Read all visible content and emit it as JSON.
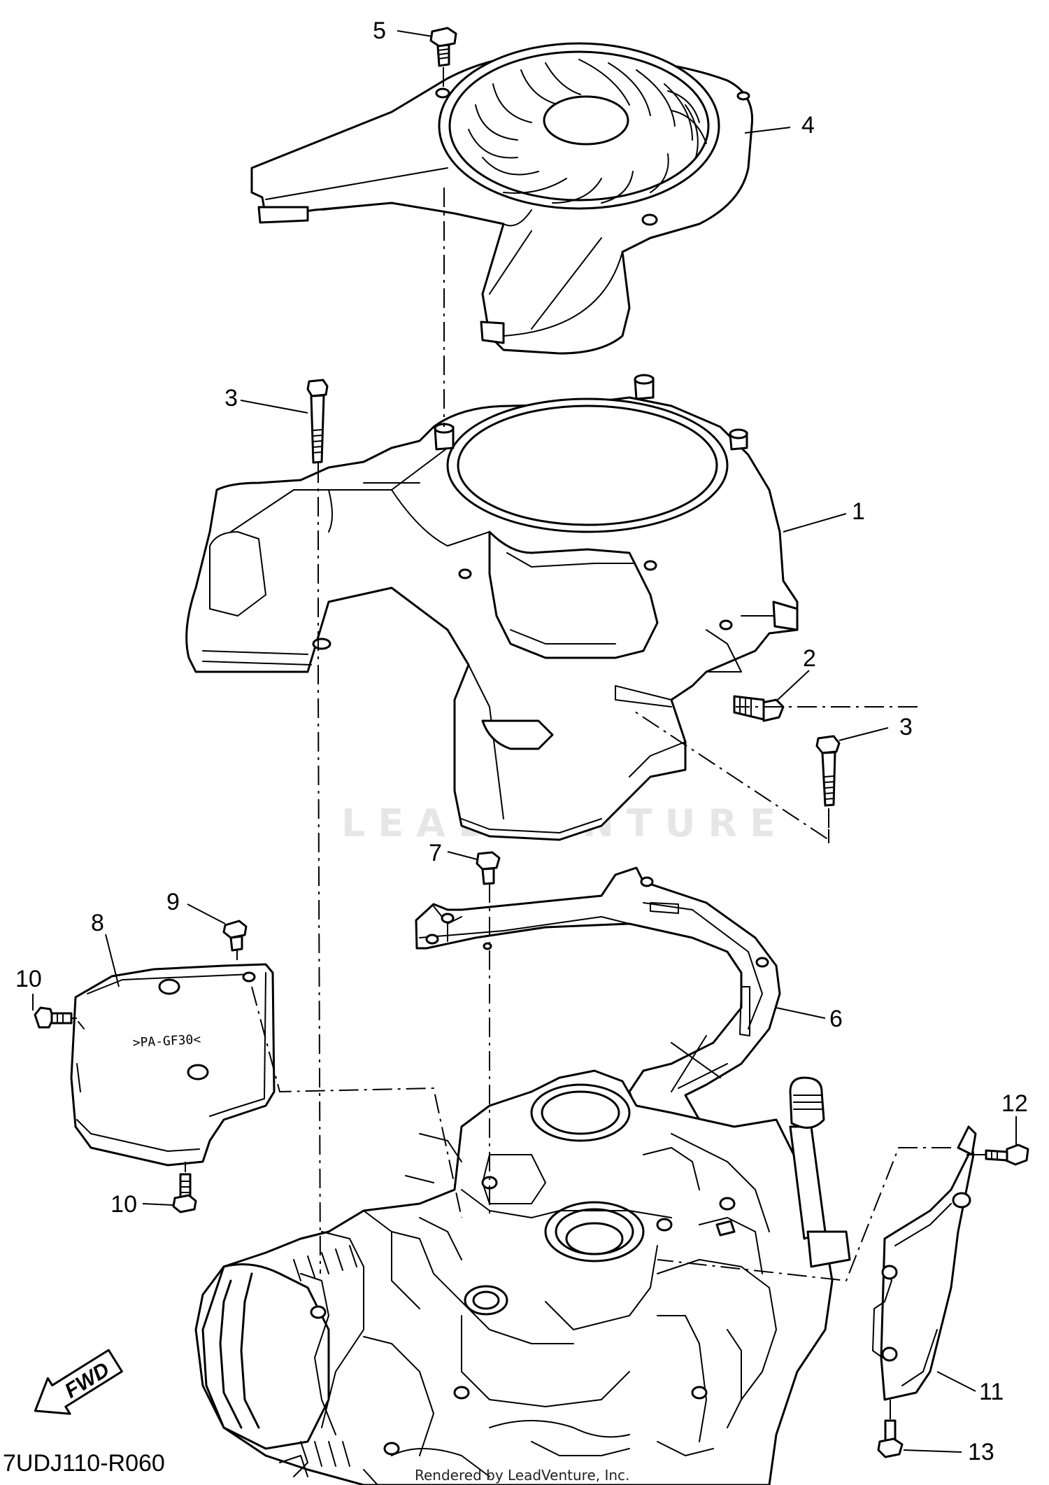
{
  "diagram": {
    "callouts": {
      "c1": "1",
      "c2": "2",
      "c3a": "3",
      "c3b": "3",
      "c4": "4",
      "c5": "5",
      "c6": "6",
      "c7": "7",
      "c8": "8",
      "c9": "9",
      "c10a": "10",
      "c10b": "10",
      "c11": "11",
      "c12": "12",
      "c13": "13"
    },
    "direction_badge": "FWD",
    "diagram_code": "7UDJ110-R060",
    "credit": "Rendered by LeadVenture, Inc.",
    "watermark": "LEADVENTURE",
    "part_marking": ">PA-GF30<",
    "colors": {
      "line": "#000000",
      "background": "#ffffff",
      "watermark": "#e6e6e6"
    },
    "icons": [
      "fwd-arrow-icon"
    ]
  }
}
